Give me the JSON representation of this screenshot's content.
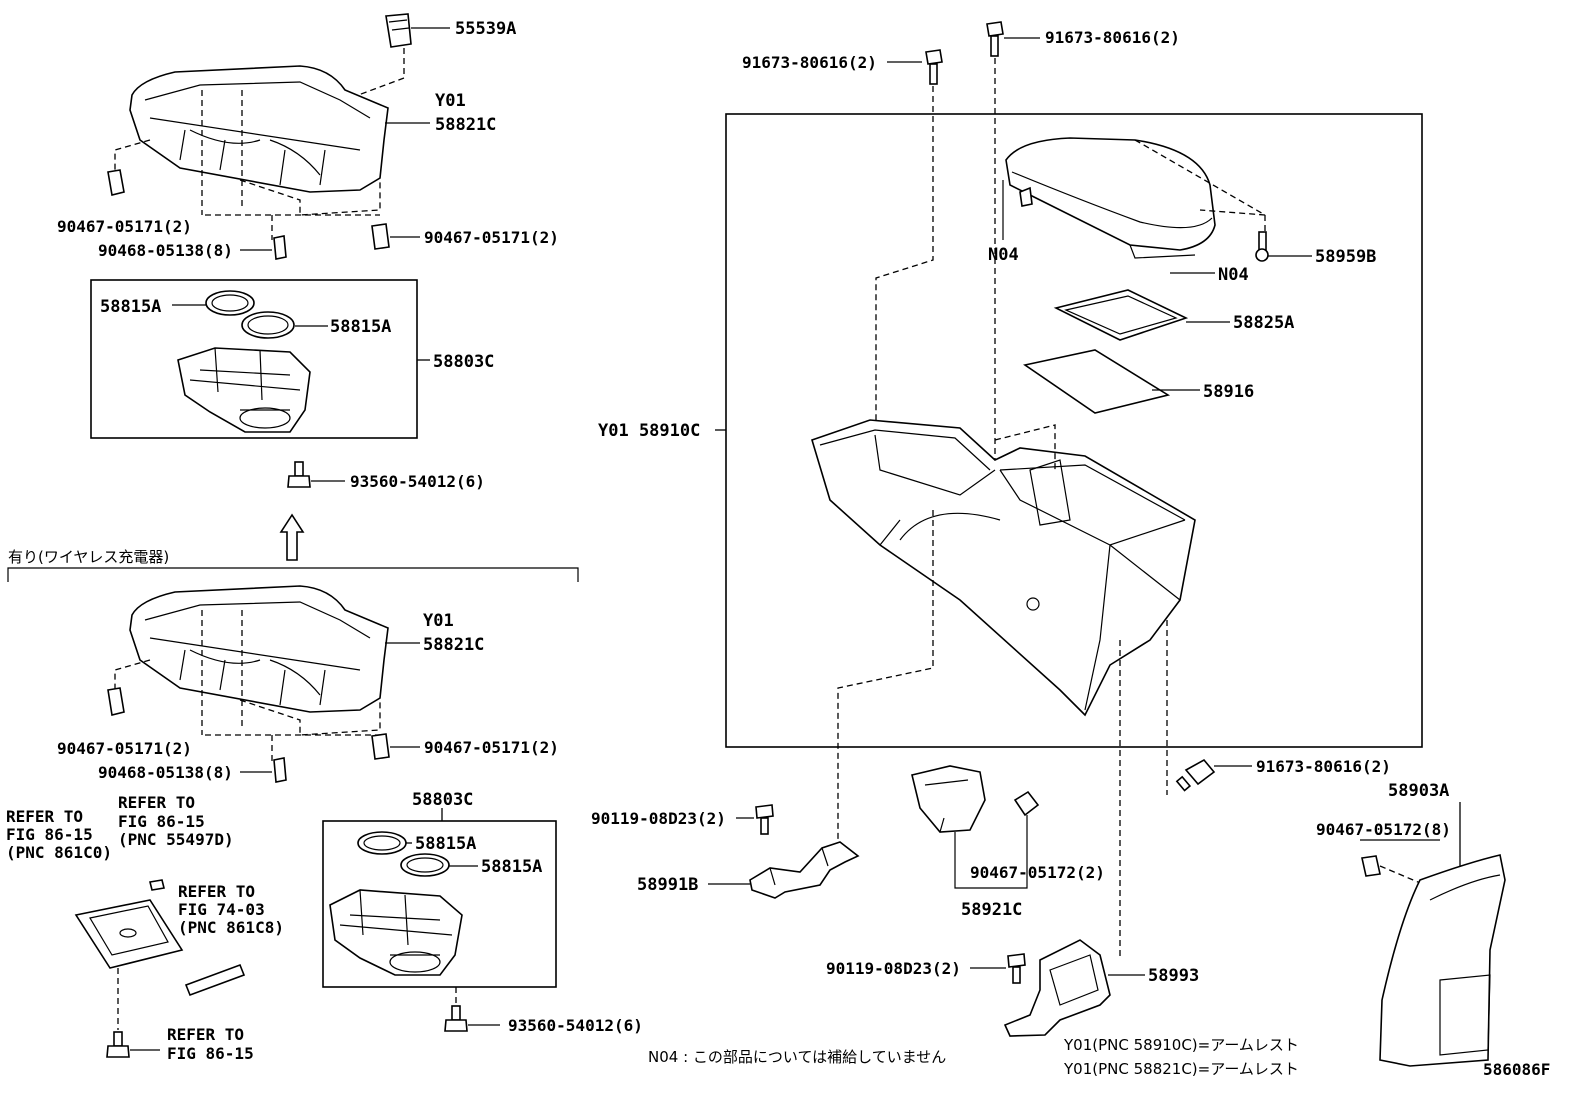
{
  "diagram_id": "586086F",
  "group_label": "有り(ワイヤレス充電器)",
  "labels": {
    "p55539A": "55539A",
    "y01_top": "Y01",
    "p58821C_top": "58821C",
    "p90467_top_left": "90467-05171(2)",
    "p90468_top": "90468-05138(8)",
    "p90467_top_right": "90467-05171(2)",
    "p58815A_a": "58815A",
    "p58815A_b": "58815A",
    "p58803C_top": "58803C",
    "p93560_top": "93560-54012(6)",
    "y01_bottom": "Y01",
    "p58821C_bottom": "58821C",
    "p90467_bot_left": "90467-05171(2)",
    "p90468_bot": "90468-05138(8)",
    "p90467_bot_right": "90467-05171(2)",
    "p58803C_bottom": "58803C",
    "p58815A_c": "58815A",
    "p58815A_d": "58815A",
    "p93560_bottom": "93560-54012(6)",
    "ref1_l1": "REFER TO",
    "ref1_l2": "FIG 86-15",
    "ref1_l3": "(PNC 861C0)",
    "ref2_l1": "REFER TO",
    "ref2_l2": "FIG 86-15",
    "ref2_l3": "(PNC 55497D)",
    "ref3_l1": "REFER TO",
    "ref3_l2": "FIG 74-03",
    "ref3_l3": "(PNC 861C8)",
    "ref4_l1": "REFER TO",
    "ref4_l2": "FIG 86-15",
    "p91673_a": "91673-80616(2)",
    "p91673_b": "91673-80616(2)",
    "p91673_c": "91673-80616(2)",
    "n04_a": "N04",
    "n04_b": "N04",
    "p58959B": "58959B",
    "p58825A": "58825A",
    "p58916": "58916",
    "p58910C": "Y01 58910C",
    "p90119_a": "90119-08D23(2)",
    "p90119_b": "90119-08D23(2)",
    "p58991B": "58991B",
    "p90467_05172_2": "90467-05172(2)",
    "p58921C": "58921C",
    "p58993": "58993",
    "p58903A": "58903A",
    "p90467_05172_8": "90467-05172(8)"
  },
  "notes": {
    "n04_note": "N04 : この部品については補給していません",
    "y01_note_1": "Y01(PNC 58910C)=アームレスト",
    "y01_note_2": "Y01(PNC 58821C)=アームレスト"
  }
}
